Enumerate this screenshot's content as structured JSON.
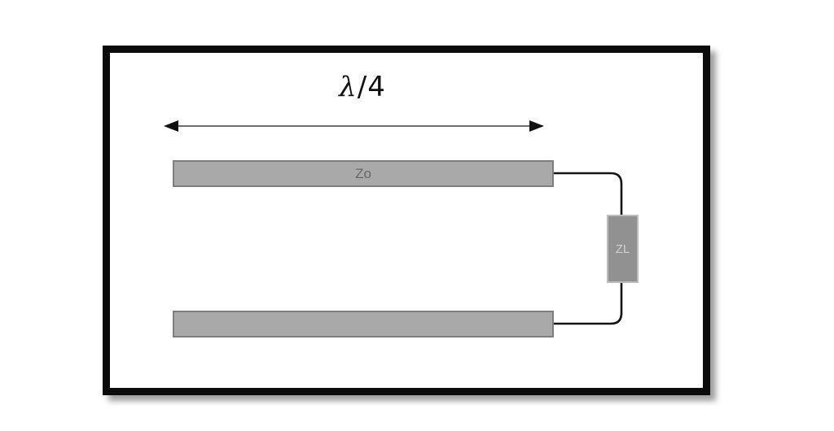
{
  "diagram": {
    "description": "Quarter-wave transmission line section terminated with a load impedance",
    "length_label": {
      "symbol": "λ",
      "fraction": "/4"
    },
    "transmission_line_label": "Zo",
    "load_label": "ZL",
    "colors": {
      "frame_border": "#0b0b0b",
      "background": "#ffffff",
      "bar_fill": "#a9a9a9",
      "bar_border": "#7e7e7e",
      "load_fill": "#919191",
      "load_border": "#bdbdbd",
      "wire": "#141414",
      "arrow": "#3d3d3d",
      "zo_text": "#666666",
      "zl_text": "#cfcfcf"
    }
  }
}
